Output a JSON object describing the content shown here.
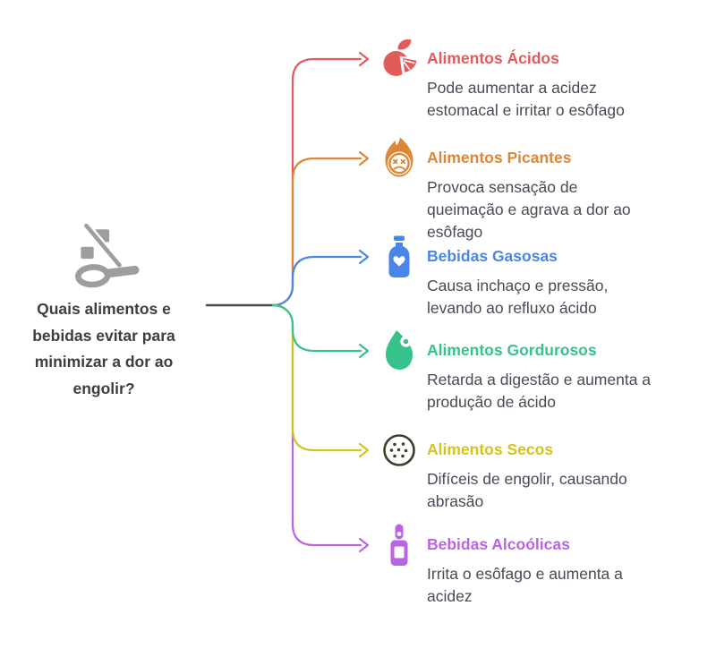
{
  "background": "#ffffff",
  "stem_color": "#4a4a4a",
  "description_color": "#4e4756",
  "question": {
    "text": "Quais alimentos e\nbebidas evitar para\nminimizar a dor ao\nengolir?",
    "color": "#3e3e3e",
    "icon": "no-sugar-spoon-icon",
    "icon_color": "#9e9e9e"
  },
  "items": [
    {
      "title": "Alimentos Ácidos",
      "description": "Pode aumentar a acidez\nestomacal e irritar o esôfago",
      "color": "#e15b5b",
      "icon": "citrus-fruit-icon",
      "icon_color": "#e15b5b"
    },
    {
      "title": "Alimentos Picantes",
      "description": "Provoca sensação de\nqueimação e agrava a dor ao\nesôfago",
      "color": "#dd8735",
      "icon": "flame-face-icon",
      "icon_color": "#dd8735"
    },
    {
      "title": "Bebidas Gasosas",
      "description": "Causa inchaço e pressão,\nlevando ao refluxo ácido",
      "color": "#4a86e8",
      "icon": "soda-bottle-icon",
      "icon_color": "#4a86e8"
    },
    {
      "title": "Alimentos Gordurosos",
      "description": "Retarda a digestão e aumenta a\nprodução de ácido",
      "color": "#38c28b",
      "icon": "oil-drop-icon",
      "icon_color": "#38c28b"
    },
    {
      "title": "Alimentos Secos",
      "description": "Difíceis de engolir, causando\nabrasão",
      "color": "#d3c31d",
      "icon": "cracker-icon",
      "icon_color": "#403e2a"
    },
    {
      "title": "Bebidas Alcoólicas",
      "description": "Irrita o esôfago e aumenta a\nacidez",
      "color": "#b964e3",
      "icon": "alcohol-bottle-icon",
      "icon_color": "#b964e3"
    }
  ]
}
